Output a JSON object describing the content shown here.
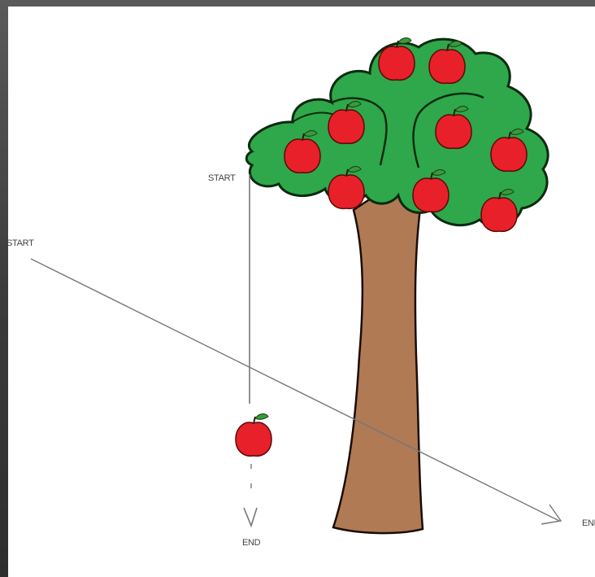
{
  "labels": {
    "vertical_start": "START",
    "vertical_end": "END",
    "diagonal_start": "START",
    "diagonal_end": "END"
  },
  "colors": {
    "background_frame": "#3c3c3c",
    "canvas": "#ffffff",
    "foliage": "#2ea84a",
    "foliage_outline": "#0b2a10",
    "trunk": "#b07a55",
    "trunk_outline": "#1a0d05",
    "apple": "#e8202a",
    "apple_outline": "#5a0a0a",
    "leaf": "#3a9a3a",
    "path_line": "#777777"
  },
  "icons": [
    "apple-tree",
    "apple",
    "arrow-head"
  ]
}
